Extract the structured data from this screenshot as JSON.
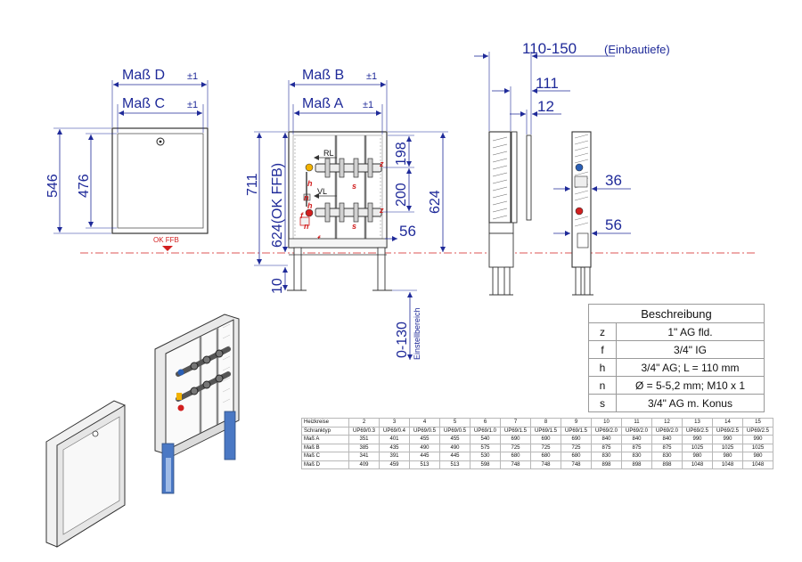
{
  "dimensions": {
    "mass_d": "Maß D",
    "mass_c": "Maß C",
    "mass_b": "Maß B",
    "mass_a": "Maß A",
    "tolerance": "±1",
    "h546": "546",
    "h476": "476",
    "h711": "711",
    "h624_okffb": "624(OK FFB)",
    "h198": "198",
    "h200": "200",
    "h624": "624",
    "h56_front": "56",
    "h10": "10",
    "range_0_130": "0-130",
    "einstellbereich": "Einstellbereich",
    "w110_150": "110-150",
    "einbautiefe": "(Einbautiefe)",
    "w111": "111",
    "w12": "12",
    "s36": "36",
    "s56": "56",
    "ok_ffb": "OK FFB"
  },
  "manifold_labels": {
    "rl": "RL",
    "vl": "VL",
    "h": "h",
    "n": "n",
    "f": "f",
    "z": "z",
    "s": "s"
  },
  "legend": {
    "title": "Beschreibung",
    "rows": [
      {
        "key": "z",
        "value": "1\" AG fld."
      },
      {
        "key": "f",
        "value": "3/4\" IG"
      },
      {
        "key": "h",
        "value": "3/4\" AG; L = 110 mm"
      },
      {
        "key": "n",
        "value": "Ø = 5-5,2 mm; M10 x 1"
      },
      {
        "key": "s",
        "value": "3/4\" AG m. Konus"
      }
    ]
  },
  "size_table": {
    "rows": [
      [
        "Heizkreise",
        "2",
        "3",
        "4",
        "5",
        "6",
        "7",
        "8",
        "9",
        "10",
        "11",
        "12",
        "13",
        "14",
        "15"
      ],
      [
        "Schranktyp",
        "UP69/0.3",
        "UP69/0.4",
        "UP69/0.5",
        "UP69/0.5",
        "UP69/1.0",
        "UP69/1.5",
        "UP69/1.5",
        "UP69/1.5",
        "UP69/2.0",
        "UP69/2.0",
        "UP69/2.0",
        "UP69/2.5",
        "UP69/2.5",
        "UP69/2.5"
      ],
      [
        "Maß A",
        "351",
        "401",
        "455",
        "455",
        "540",
        "690",
        "690",
        "690",
        "840",
        "840",
        "840",
        "990",
        "990",
        "990"
      ],
      [
        "Maß B",
        "385",
        "435",
        "490",
        "490",
        "575",
        "725",
        "725",
        "725",
        "875",
        "875",
        "875",
        "1025",
        "1025",
        "1025"
      ],
      [
        "Maß C",
        "341",
        "391",
        "445",
        "445",
        "530",
        "680",
        "680",
        "680",
        "830",
        "830",
        "830",
        "980",
        "980",
        "980"
      ],
      [
        "Maß D",
        "409",
        "459",
        "513",
        "513",
        "598",
        "748",
        "748",
        "748",
        "898",
        "898",
        "898",
        "1048",
        "1048",
        "1048"
      ]
    ]
  },
  "colors": {
    "dimension_line": "#1f2a99",
    "ffb_line": "#d21f1f",
    "outline": "#333333"
  }
}
